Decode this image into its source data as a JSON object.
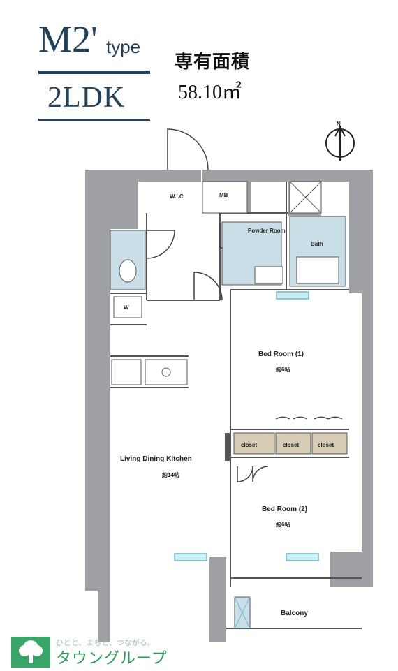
{
  "header": {
    "type_main": "M2'",
    "type_suffix": "type",
    "layout": "2LDK",
    "area_label": "専有面積",
    "area_value": "58.10㎡"
  },
  "rooms": {
    "wic": "W.I.C",
    "ms": "MB",
    "powder": "Powder Room",
    "bath": "Bath",
    "w": "W",
    "bedroom1": "Bed Room (1)",
    "bedroom1_size": "約6帖",
    "bedroom2": "Bed Room (2)",
    "bedroom2_size": "約6帖",
    "ldk": "Living Dining Kitchen",
    "ldk_size": "約14帖",
    "closet_a": "closet",
    "closet_b": "closet",
    "closet_c": "closet",
    "balcony": "Balcony"
  },
  "compass": {
    "label": "N"
  },
  "brand": {
    "tagline": "ひとと、まちと、つながる。",
    "name": "タウングループ"
  },
  "colors": {
    "title": "#24415a",
    "wall": "#9ea0a4",
    "fixture": "#c9dee6",
    "window": "#6fb9c6",
    "brand": "#2f9a57"
  }
}
